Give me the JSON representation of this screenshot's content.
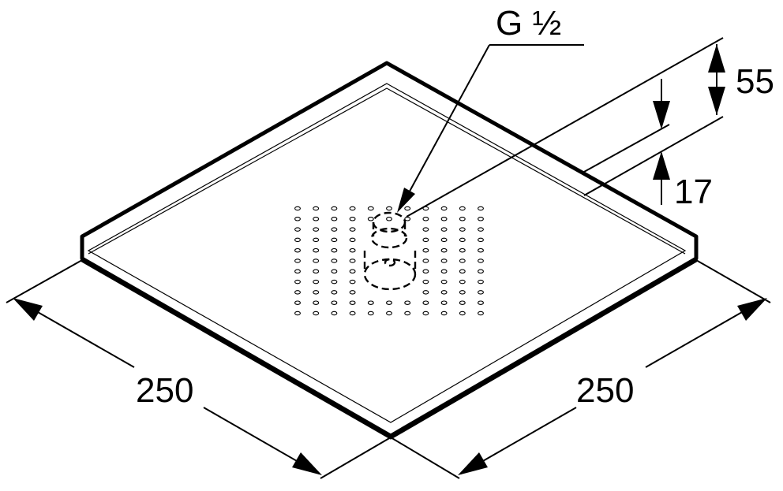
{
  "diagram": {
    "thread_label": "G ½",
    "dimensions": {
      "total_height": "55",
      "plate_thickness": "17",
      "width_left": "250",
      "width_right": "250"
    }
  }
}
